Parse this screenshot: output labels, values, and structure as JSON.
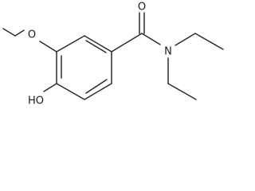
{
  "atoms": {
    "ether_oxygen": "O",
    "carbonyl_oxygen": "O",
    "amide_nitrogen": "N",
    "hydroxyl": "HO"
  },
  "colors": {
    "bond": "#2b2b2b",
    "label": "#1a1a1a",
    "background": "#ffffff"
  }
}
